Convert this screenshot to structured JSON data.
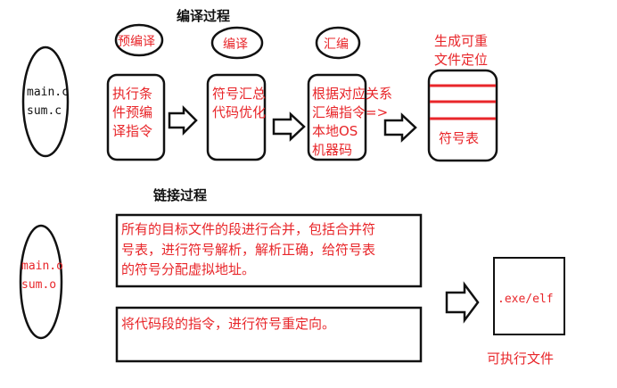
{
  "colors": {
    "red_text": "#e8262a",
    "black": "#111111",
    "background": "#ffffff"
  },
  "compile": {
    "title": "编译过程",
    "sources": [
      "main.c",
      "sum.c"
    ],
    "stages": [
      {
        "name": "预编译",
        "lines": [
          "执行条",
          "件预编",
          "译指令"
        ]
      },
      {
        "name": "编译",
        "lines": [
          "符号汇总",
          "代码优化"
        ]
      },
      {
        "name": "汇编",
        "lines": [
          "根据对应关系",
          "汇编指令=>",
          "本地OS",
          "机器码"
        ]
      },
      {
        "name_lines": [
          "生成可重",
          "文件定位"
        ],
        "box_label": "符号表"
      }
    ]
  },
  "link": {
    "title": "链接过程",
    "objects": [
      "main.o",
      "sum.o"
    ],
    "step1_lines": [
      "所有的目标文件的段进行合并，包括合并符",
      "号表，进行符号解析，解析正确，给符号表",
      "的符号分配虚拟地址。"
    ],
    "step2": "将代码段的指令，进行符号重定向。",
    "output_label": ".exe/elf",
    "output_caption": "可执行文件"
  }
}
